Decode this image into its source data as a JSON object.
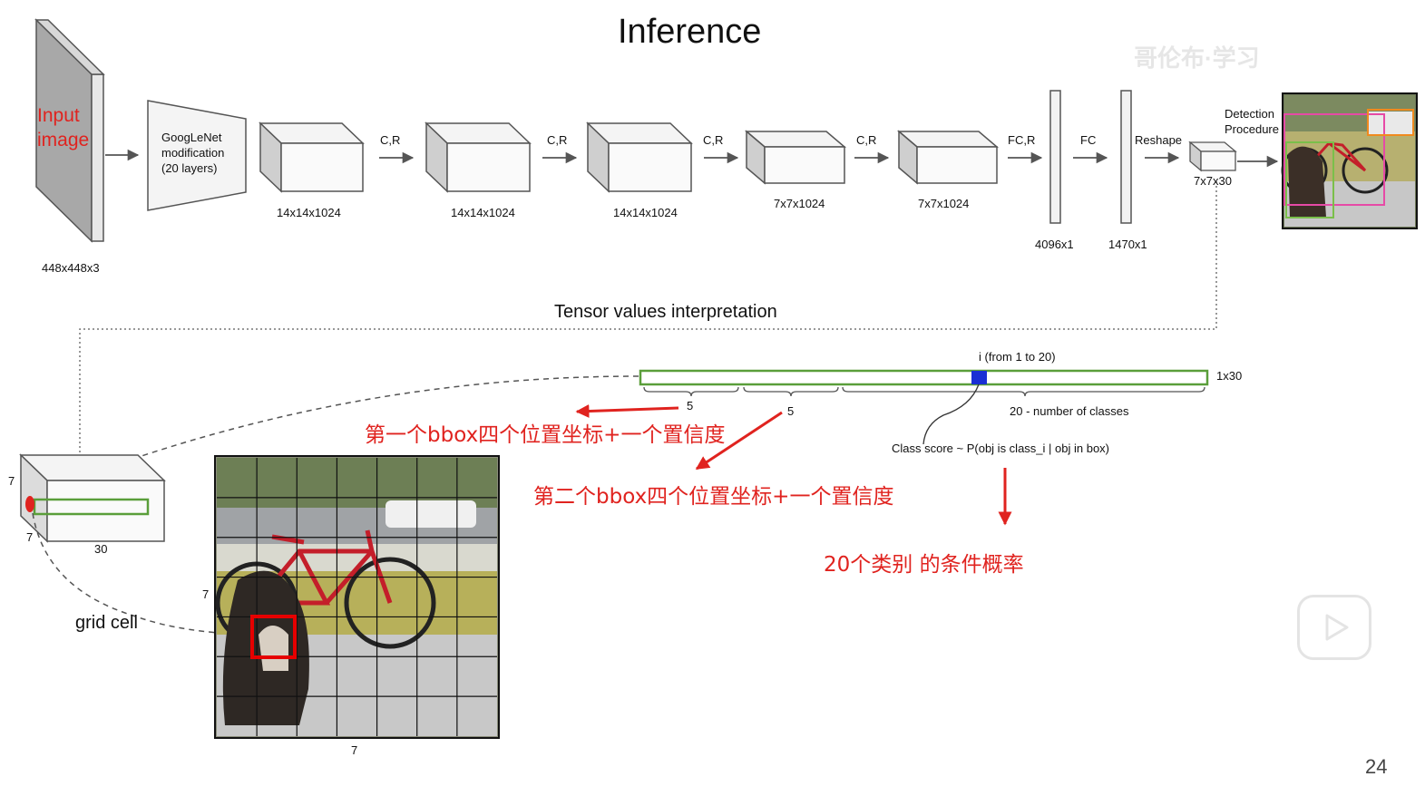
{
  "title": "Inference",
  "input": {
    "label_line1": "Input",
    "label_line2": "image",
    "dims": "448x448x3"
  },
  "googlenet": {
    "line1": "GoogLeNet",
    "line2": "modification",
    "line3": "(20 layers)"
  },
  "blocks": [
    {
      "dims": "14x14x1024"
    },
    {
      "dims": "14x14x1024"
    },
    {
      "dims": "14x14x1024"
    },
    {
      "dims": "7x7x1024"
    },
    {
      "dims": "7x7x1024"
    }
  ],
  "arrow_labels": [
    "C,R",
    "C,R",
    "C,R",
    "C,R",
    "FC,R",
    "FC",
    "Reshape"
  ],
  "fc": [
    {
      "dims": "4096x1"
    },
    {
      "dims": "1470x1"
    }
  ],
  "output_tensor": {
    "dims": "7x7x30"
  },
  "detection": {
    "line1": "Detection",
    "line2": "Procedure"
  },
  "tensor_section": {
    "title": "Tensor values interpretation",
    "index_label": "i (from 1 to 20)",
    "vector_dims": "1x30",
    "seg1": "5",
    "seg2": "5",
    "seg3": "20 - number of classes",
    "class_score": "Class score ~ P(obj is class_i | obj in box)"
  },
  "annotations": {
    "bbox1": "第一个bbox四个位置坐标+一个置信度",
    "bbox2": "第二个bbox四个位置坐标+一个置信度",
    "classes": "20个类别 的条件概率"
  },
  "grid": {
    "cube_h": "7",
    "cube_w": "7",
    "cube_d": "30",
    "label": "grid cell",
    "side_label": "7",
    "bottom_label": "7",
    "rows": 7,
    "cols": 7
  },
  "colors": {
    "red": "#e0231f",
    "green": "#5a9e3a",
    "blue": "#1a2fd4",
    "gray": "#cfcfcf"
  },
  "page_number": "24",
  "watermark": "哥伦布·学习"
}
